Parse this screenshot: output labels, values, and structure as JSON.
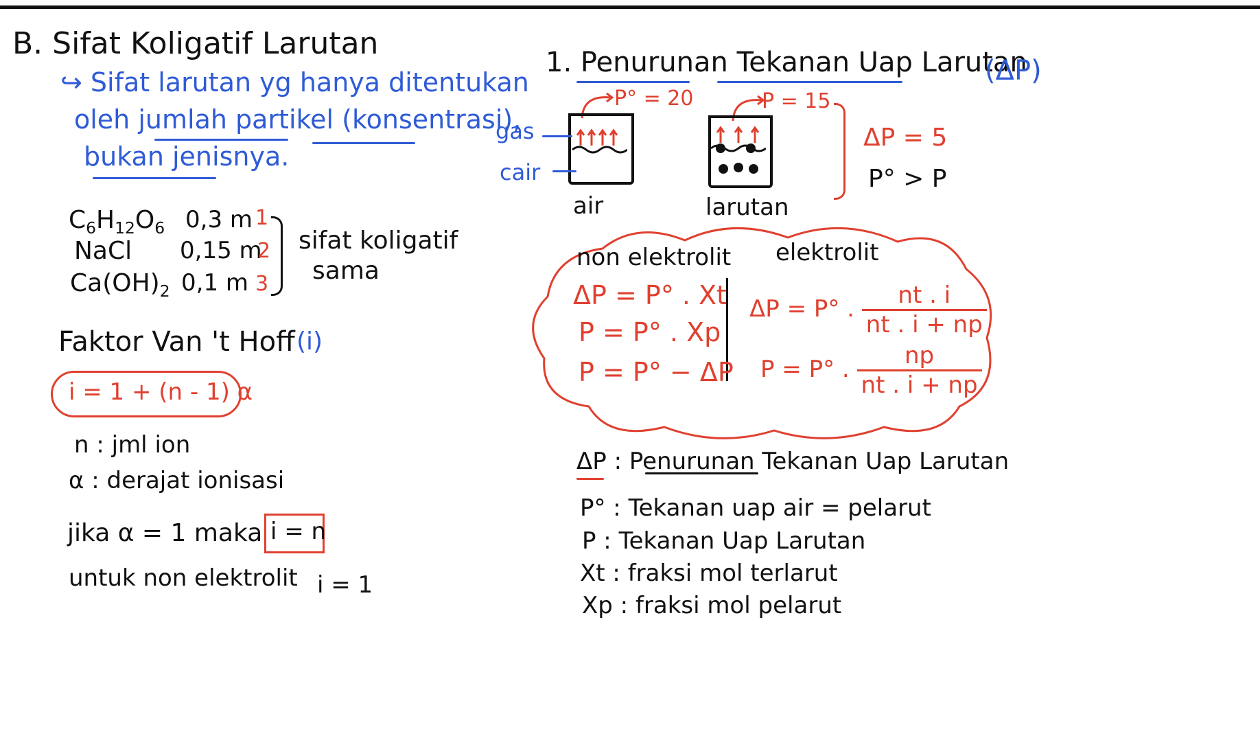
{
  "left": {
    "heading": "B. Sifat Koligatif Larutan",
    "definition_lines": [
      "↪ Sifat larutan yg hanya ditentukan",
      "oleh jumlah partikel (konsentrasi),",
      "bukan jenisnya."
    ],
    "solutions": [
      {
        "formula": "C6H12O6",
        "conc": "0,3 m",
        "factor": "1"
      },
      {
        "formula": "NaCl",
        "conc": "0,15 m",
        "factor": "2"
      },
      {
        "formula": "Ca(OH)2",
        "conc": "0,1 m",
        "factor": "3"
      }
    ],
    "bracket_note_1": "sifat koligatif",
    "bracket_note_2": "sama",
    "vant_hoff_title": "Faktor Van 't Hoff",
    "vant_hoff_symbol": "(i)",
    "vant_hoff_formula": "i = 1 + (n - 1) α",
    "n_def": "n : jml ion",
    "alpha_def": "α : derajat ionisasi",
    "if_text": "jika α = 1 maka",
    "if_result": "i = n",
    "nonelectrolyte_text": "untuk non elektrolit",
    "nonelectrolyte_value": "i = 1"
  },
  "right": {
    "section_title": "1. Penurunan Tekanan Uap Larutan",
    "section_symbol": "(ΔP)",
    "beaker1_pressure": "P° = 20",
    "beaker2_pressure": "P = 15",
    "label_gas": "gas",
    "label_cair": "cair",
    "label_air": "air",
    "label_larutan": "larutan",
    "delta_result": "ΔP = 5",
    "compare": "P° > P",
    "cloud": {
      "col1_title": "non elektrolit",
      "col2_title": "elektrolit",
      "col1_formulas": [
        "ΔP = P° . Xt",
        "P = P° . Xp",
        "P = P° − ΔP"
      ],
      "col2_f1_prefix": "ΔP = P° .",
      "col2_f1_num": "nt . i",
      "col2_f1_den": "nt . i + np",
      "col2_f2_prefix": "P = P° .",
      "col2_f2_num": "np",
      "col2_f2_den": "nt . i + np"
    },
    "definitions": [
      "ΔP : Penurunan Tekanan Uap Larutan",
      "P° : Tekanan uap air = pelarut",
      "P : Tekanan Uap Larutan",
      "Xt : fraksi mol terlarut",
      "Xp : fraksi mol pelarut"
    ]
  }
}
